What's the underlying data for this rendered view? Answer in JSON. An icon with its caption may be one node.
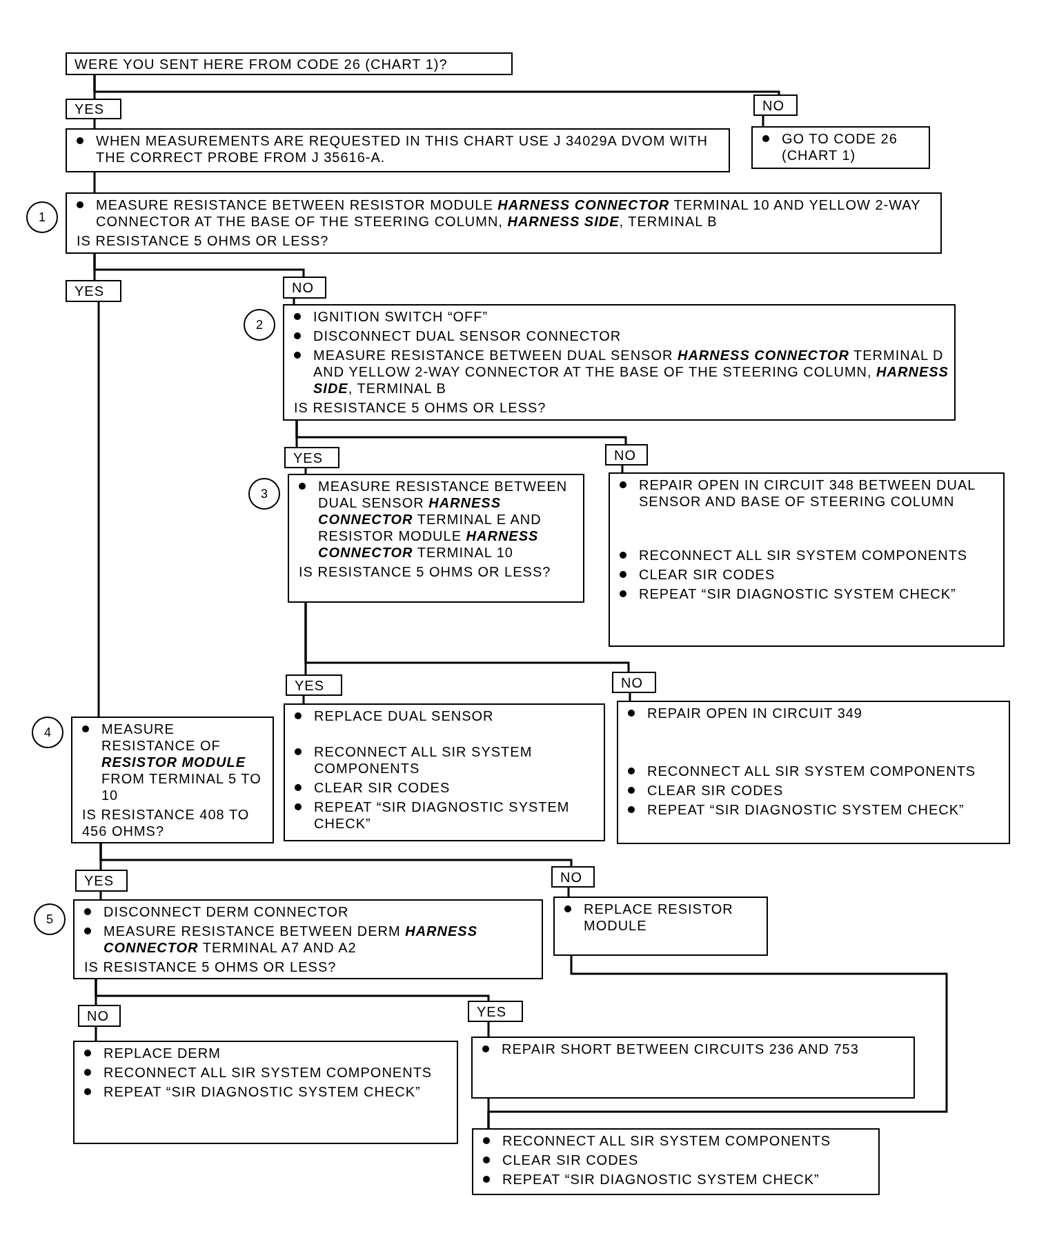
{
  "diagram": {
    "nodes": [
      {
        "text": [
          "WERE YOU SENT HERE FROM CODE 26 (CHART 1)?"
        ]
      },
      {
        "text": [
          "YES"
        ]
      },
      {
        "text": [
          "NO"
        ]
      },
      {
        "text": [
          "WHEN MEASUREMENTS ARE REQUESTED IN THIS CHART USE J 34029A DVOM WITH THE CORRECT PROBE FROM J 35616-A."
        ]
      },
      {
        "text": [
          "GO TO CODE 26 (CHART 1)"
        ]
      },
      {
        "text": [
          "MEASURE RESISTANCE BETWEEN RESISTOR MODULE **HARNESS CONNECTOR** TERMINAL 10 AND YELLOW 2-WAY CONNECTOR AT THE BASE OF THE STEERING COLUMN, **HARNESS SIDE**, TERMINAL B",
          "IS RESISTANCE 5 OHMS OR LESS?"
        ],
        "beside": [
          "1"
        ]
      },
      {
        "text": [
          "YES"
        ]
      },
      {
        "text": [
          "NO"
        ]
      },
      {
        "text": [
          "IGNITION SWITCH “OFF”",
          "DISCONNECT DUAL SENSOR CONNECTOR",
          "MEASURE RESISTANCE BETWEEN DUAL SENSOR **HARNESS CONNECTOR** TERMINAL D AND YELLOW 2-WAY CONNECTOR AT THE BASE OF THE STEERING COLUMN, **HARNESS SIDE**, TERMINAL B",
          "IS RESISTANCE 5 OHMS OR LESS?"
        ],
        "beside": [
          "2"
        ]
      },
      {
        "text": [
          "YES"
        ]
      },
      {
        "text": [
          "NO"
        ]
      },
      {
        "text": [
          "MEASURE RESISTANCE BETWEEN DUAL SENSOR **HARNESS CONNECTOR** TERMINAL E AND RESISTOR MODULE **HARNESS CONNECTOR** TERMINAL 10",
          "IS RESISTANCE 5 OHMS OR LESS?"
        ],
        "beside": [
          "3"
        ]
      },
      {
        "text": [
          "REPAIR OPEN IN CIRCUIT 348 BETWEEN DUAL SENSOR AND BASE OF STEERING COLUMN",
          "RECONNECT ALL SIR SYSTEM COMPONENTS",
          "CLEAR SIR CODES",
          "REPEAT “SIR DIAGNOSTIC SYSTEM CHECK”"
        ]
      },
      {
        "text": [
          "YES"
        ]
      },
      {
        "text": [
          "NO"
        ]
      },
      {
        "text": [
          "MEASURE RESISTANCE OF **RESISTOR MODULE** FROM TERMINAL 5 TO 10",
          "IS RESISTANCE 408 TO 456 OHMS?"
        ],
        "beside": [
          "4"
        ]
      },
      {
        "text": [
          "REPLACE DUAL SENSOR",
          "RECONNECT ALL SIR SYSTEM COMPONENTS",
          "CLEAR SIR CODES",
          "REPEAT “SIR DIAGNOSTIC SYSTEM CHECK”"
        ]
      },
      {
        "text": [
          "REPAIR OPEN IN CIRCUIT 349",
          "RECONNECT ALL SIR SYSTEM COMPONENTS",
          "CLEAR SIR CODES",
          "REPEAT “SIR DIAGNOSTIC SYSTEM CHECK”"
        ]
      },
      {
        "text": [
          "YES"
        ]
      },
      {
        "text": [
          "NO"
        ]
      },
      {
        "text": [
          "DISCONNECT DERM CONNECTOR",
          "MEASURE RESISTANCE BETWEEN DERM **HARNESS CONNECTOR** TERMINAL A7 AND A2",
          "IS RESISTANCE 5 OHMS OR LESS?"
        ],
        "beside": [
          "5"
        ]
      },
      {
        "text": [
          "REPLACE RESISTOR MODULE"
        ]
      },
      {
        "text": [
          "NO"
        ]
      },
      {
        "text": [
          "YES"
        ]
      },
      {
        "text": [
          "REPLACE DERM",
          "RECONNECT ALL SIR SYSTEM COMPONENTS",
          "REPEAT “SIR DIAGNOSTIC SYSTEM CHECK”"
        ]
      },
      {
        "text": [
          "REPAIR SHORT BETWEEN CIRCUITS 236 AND 753"
        ]
      },
      {
        "text": [
          "RECONNECT ALL SIR SYSTEM COMPONENTS",
          "CLEAR SIR CODES",
          "REPEAT “SIR DIAGNOSTIC SYSTEM CHECK”"
        ]
      }
    ],
    "edges": [
      {
        "from": 0,
        "to": 1,
        "arrow": "none"
      },
      {
        "from": 0,
        "to": 2,
        "arrow": "none"
      },
      {
        "from": 1,
        "to": 3,
        "arrow": "none"
      },
      {
        "from": 2,
        "to": 4,
        "arrow": "none"
      },
      {
        "from": 3,
        "to": 5,
        "arrow": "none"
      },
      {
        "from": 5,
        "to": 6,
        "arrow": "none"
      },
      {
        "from": 5,
        "to": 7,
        "arrow": "none"
      },
      {
        "from": 6,
        "to": 15,
        "arrow": "none"
      },
      {
        "from": 7,
        "to": 8,
        "arrow": "none"
      },
      {
        "from": 8,
        "to": 9,
        "arrow": "none"
      },
      {
        "from": 8,
        "to": 10,
        "arrow": "none"
      },
      {
        "from": 9,
        "to": 11,
        "arrow": "none"
      },
      {
        "from": 10,
        "to": 12,
        "arrow": "none"
      },
      {
        "from": 11,
        "to": 13,
        "arrow": "none"
      },
      {
        "from": 11,
        "to": 14,
        "arrow": "none"
      },
      {
        "from": 13,
        "to": 16,
        "arrow": "none"
      },
      {
        "from": 14,
        "to": 17,
        "arrow": "none"
      },
      {
        "from": 15,
        "to": 18,
        "arrow": "none"
      },
      {
        "from": 15,
        "to": 19,
        "arrow": "none"
      },
      {
        "from": 18,
        "to": 20,
        "arrow": "none"
      },
      {
        "from": 19,
        "to": 21,
        "arrow": "none"
      },
      {
        "from": 20,
        "to": 22,
        "arrow": "none"
      },
      {
        "from": 20,
        "to": 23,
        "arrow": "none"
      },
      {
        "from": 22,
        "to": 24,
        "arrow": "none"
      },
      {
        "from": 23,
        "to": 25,
        "arrow": "none"
      },
      {
        "from": 25,
        "to": 26,
        "arrow": "none"
      },
      {
        "from": 21,
        "to": 26,
        "arrow": "none"
      }
    ]
  }
}
